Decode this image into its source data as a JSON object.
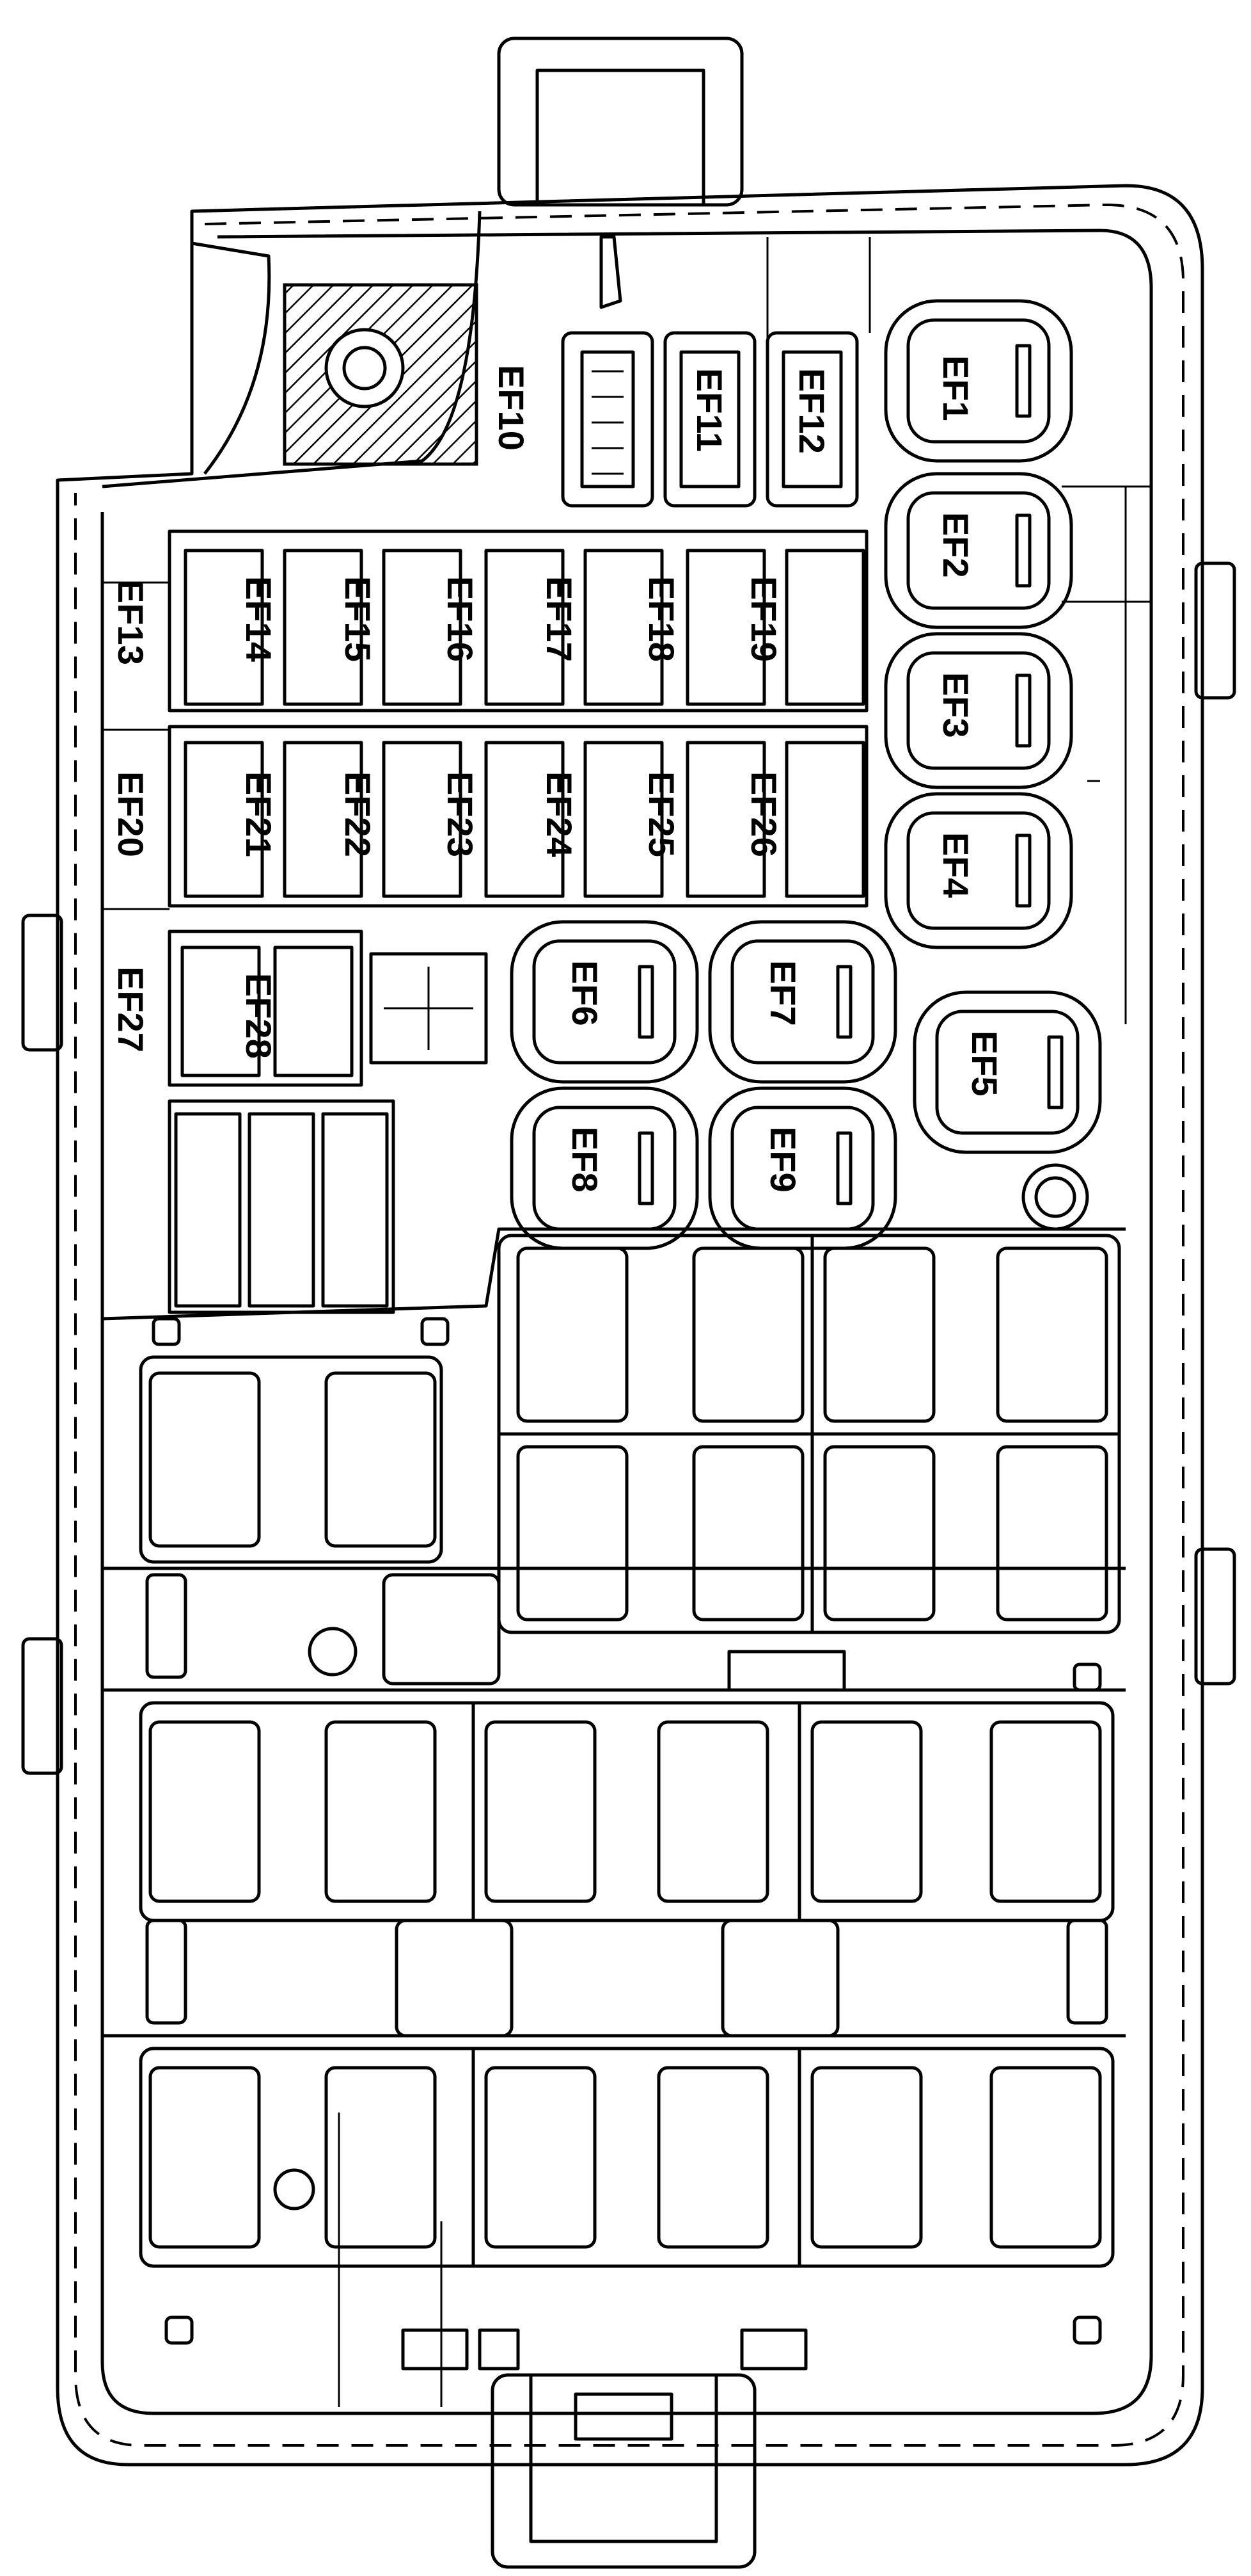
{
  "fuses": {
    "EF1": "EF1",
    "EF2": "EF2",
    "EF3": "EF3",
    "EF4": "EF4",
    "EF5": "EF5",
    "EF6": "EF6",
    "EF7": "EF7",
    "EF8": "EF8",
    "EF9": "EF9",
    "EF10": "EF10",
    "EF11": "EF11",
    "EF12": "EF12",
    "EF13": "EF13",
    "EF14": "EF14",
    "EF15": "EF15",
    "EF16": "EF16",
    "EF17": "EF17",
    "EF18": "EF18",
    "EF19": "EF19",
    "EF20": "EF20",
    "EF21": "EF21",
    "EF22": "EF22",
    "EF23": "EF23",
    "EF24": "EF24",
    "EF25": "EF25",
    "EF26": "EF26",
    "EF27": "EF27",
    "EF28": "EF28"
  },
  "colors": {
    "line": "#000000",
    "background": "#ffffff"
  }
}
